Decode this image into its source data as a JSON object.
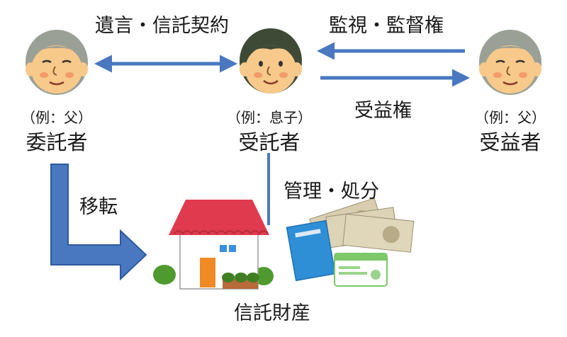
{
  "diagram": {
    "edges": {
      "contract": "遺言・信託契約",
      "supervision": "監視・監督権",
      "beneficial_right": "受益権",
      "transfer": "移転",
      "management": "管理・処分"
    },
    "nodes": {
      "settlor": {
        "example": "（例：父）",
        "role": "委託者"
      },
      "trustee": {
        "example": "（例：息子）",
        "role": "受託者"
      },
      "beneficiary": {
        "example": "（例：父）",
        "role": "受益者"
      },
      "trust_property": {
        "label": "信託財産"
      }
    },
    "colors": {
      "arrow_blue": "#4a78c0",
      "roof_red": "#e03a4e",
      "face_skin": "#f7c98a",
      "hair_gray": "#9aa095",
      "hair_dark": "#3f4a36",
      "door_orange": "#f08a24",
      "window_blue": "#3a8fe0",
      "bush_green": "#4f9a2e",
      "passbook_blue": "#2f8fd6",
      "card_green": "#7cc86a",
      "banknote": "#d9cfb0"
    }
  }
}
